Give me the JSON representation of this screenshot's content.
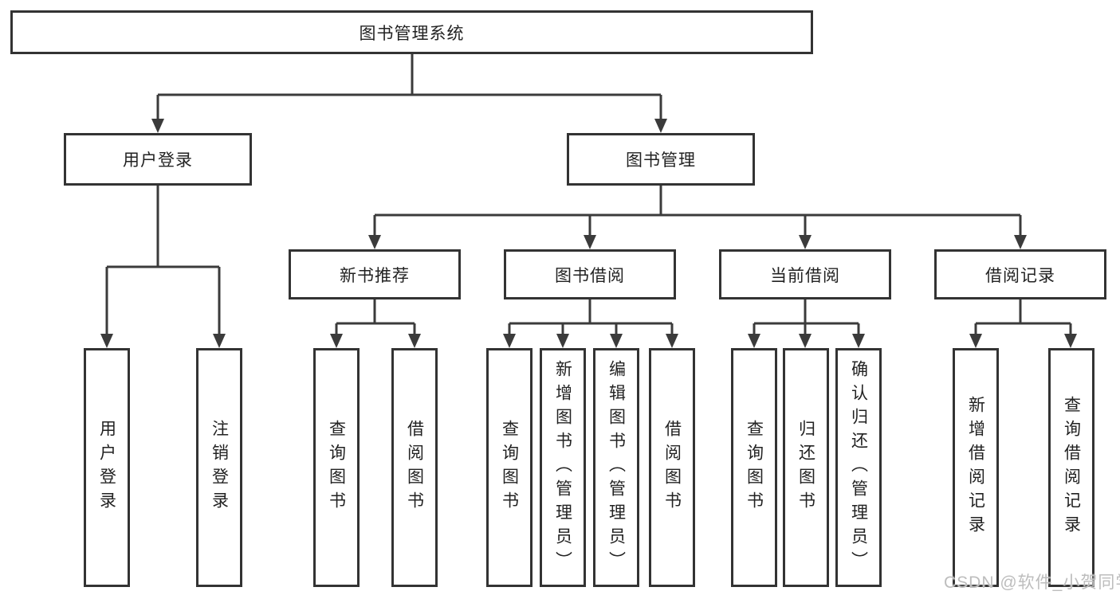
{
  "diagram": {
    "title": "图书管理系统",
    "type": "hierarchy-tree",
    "colors": {
      "background": "#ffffff",
      "line": "#3b3b3b",
      "box_border": "#333333",
      "text": "#222222",
      "watermark": "#bdbdbd"
    },
    "tree": {
      "label": "图书管理系统",
      "children": [
        {
          "label": "用户登录",
          "children": [
            {
              "label": "用户登录"
            },
            {
              "label": "注销登录"
            }
          ]
        },
        {
          "label": "图书管理",
          "children": [
            {
              "label": "新书推荐",
              "children": [
                {
                  "label": "查询图书"
                },
                {
                  "label": "借阅图书"
                }
              ]
            },
            {
              "label": "图书借阅",
              "children": [
                {
                  "label": "查询图书"
                },
                {
                  "label": "新增图书（管理员）"
                },
                {
                  "label": "编辑图书（管理员）"
                },
                {
                  "label": "借阅图书"
                }
              ]
            },
            {
              "label": "当前借阅",
              "children": [
                {
                  "label": "查询图书"
                },
                {
                  "label": "归还图书"
                },
                {
                  "label": "确认归还（管理员）"
                }
              ]
            },
            {
              "label": "借阅记录",
              "children": [
                {
                  "label": "新增借阅记录"
                },
                {
                  "label": "查询借阅记录"
                }
              ]
            }
          ]
        }
      ]
    },
    "watermark": "CSDN @软件_小贺同学"
  }
}
